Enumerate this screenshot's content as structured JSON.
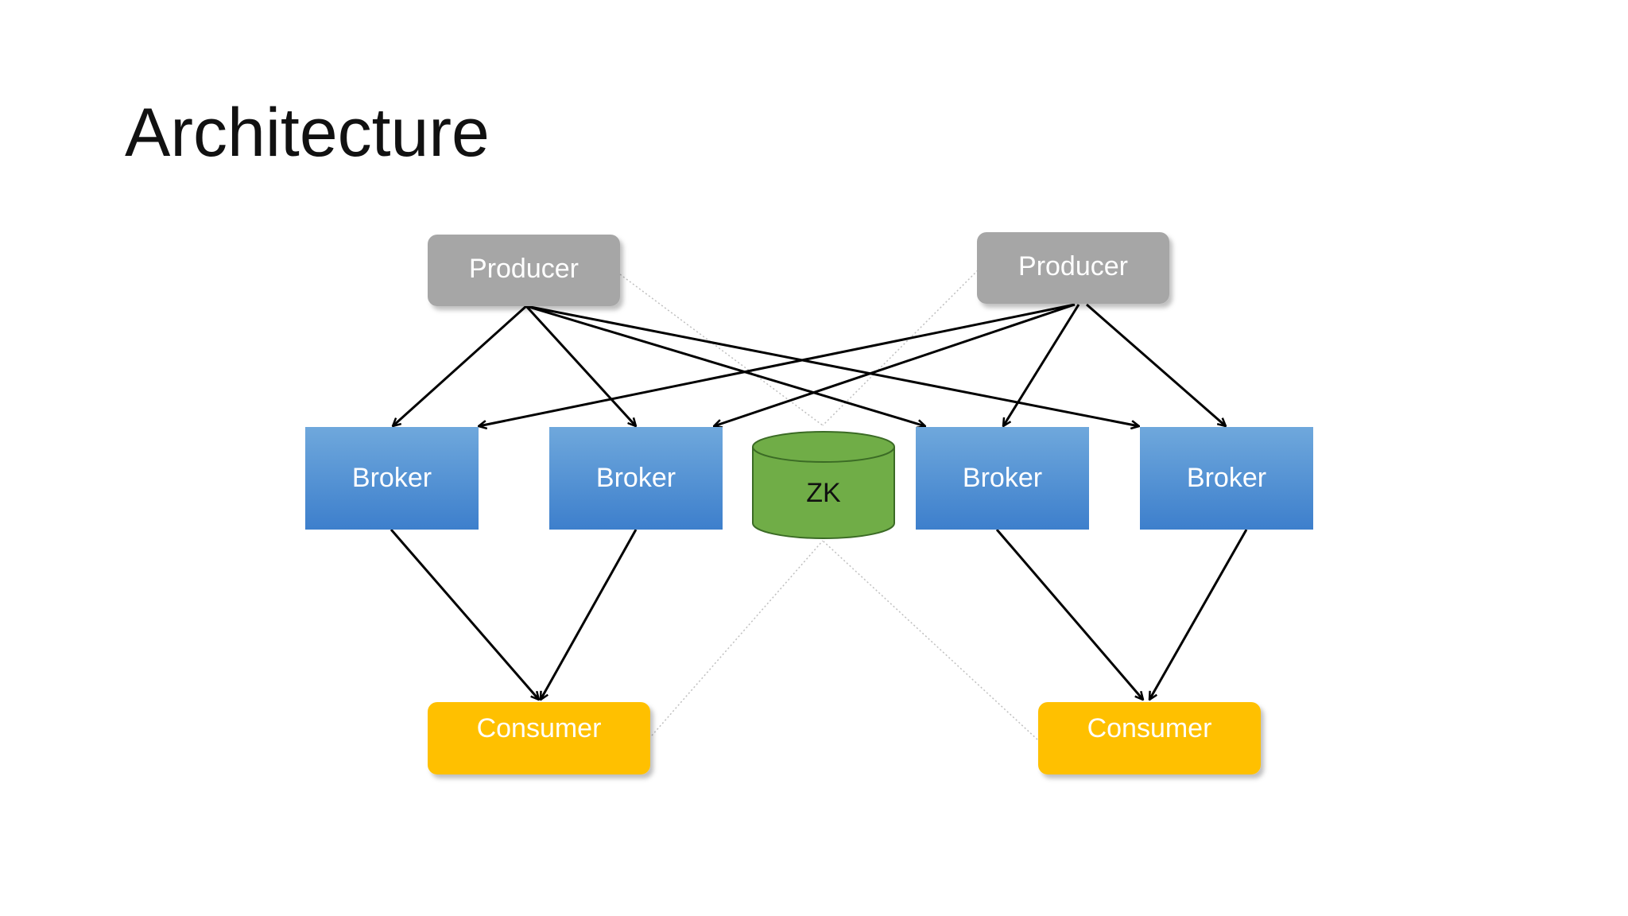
{
  "slide": {
    "title": "Architecture"
  },
  "nodes": {
    "producer_1": "Producer",
    "producer_2": "Producer",
    "broker_1": "Broker",
    "broker_2": "Broker",
    "broker_3": "Broker",
    "broker_4": "Broker",
    "zookeeper": "ZK",
    "consumer_1": "Consumer",
    "consumer_2": "Consumer"
  },
  "colors": {
    "producer": "#a6a6a6",
    "broker_top": "#6fa8dc",
    "broker_bottom": "#3d7fcc",
    "zookeeper": "#70ad47",
    "consumer": "#ffc000",
    "arrow": "#000000",
    "zk_link": "#bfbfbf"
  },
  "edges": [
    {
      "from": "producer_1",
      "to": "broker_1",
      "style": "arrow"
    },
    {
      "from": "producer_1",
      "to": "broker_2",
      "style": "arrow"
    },
    {
      "from": "producer_1",
      "to": "broker_3",
      "style": "arrow"
    },
    {
      "from": "producer_1",
      "to": "broker_4",
      "style": "arrow"
    },
    {
      "from": "producer_2",
      "to": "broker_1",
      "style": "arrow"
    },
    {
      "from": "producer_2",
      "to": "broker_2",
      "style": "arrow"
    },
    {
      "from": "producer_2",
      "to": "broker_3",
      "style": "arrow"
    },
    {
      "from": "producer_2",
      "to": "broker_4",
      "style": "arrow"
    },
    {
      "from": "broker_1",
      "to": "consumer_1",
      "style": "arrow"
    },
    {
      "from": "broker_2",
      "to": "consumer_1",
      "style": "arrow"
    },
    {
      "from": "broker_3",
      "to": "consumer_2",
      "style": "arrow"
    },
    {
      "from": "broker_4",
      "to": "consumer_2",
      "style": "arrow"
    },
    {
      "from": "producer_1",
      "to": "zookeeper",
      "style": "dotted"
    },
    {
      "from": "producer_2",
      "to": "zookeeper",
      "style": "dotted"
    },
    {
      "from": "consumer_1",
      "to": "zookeeper",
      "style": "dotted"
    },
    {
      "from": "consumer_2",
      "to": "zookeeper",
      "style": "dotted"
    }
  ]
}
